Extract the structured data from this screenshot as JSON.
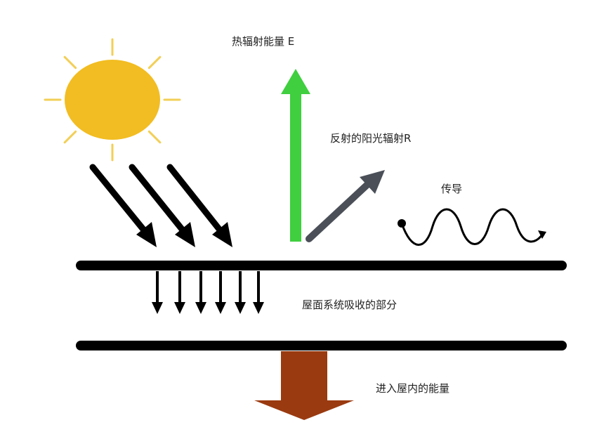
{
  "labels": {
    "thermal_radiation": "热辐射能量  E",
    "reflected_solar": "反射的阳光辐射R",
    "conduction": "传导",
    "roof_absorbed": "屋面系统吸收的部分",
    "indoor_energy": "进入屋内的能量"
  },
  "colors": {
    "sun": "#f2bd22",
    "sun_rays": "#f2cf57",
    "thermal_arrow": "#3fcf3f",
    "reflect_arrow": "#4a4f58",
    "indoor_arrow": "#9a3a10",
    "roof_lines": "#000000"
  },
  "icons": {
    "sun": "sun-icon",
    "incoming_rays": "arrow-diagonal-down-icon",
    "thermal": "arrow-up-icon",
    "reflection": "arrow-diagonal-up-icon",
    "conduction": "wave-arrow-icon",
    "absorption": "arrow-down-icon",
    "indoor": "big-arrow-down-icon"
  }
}
